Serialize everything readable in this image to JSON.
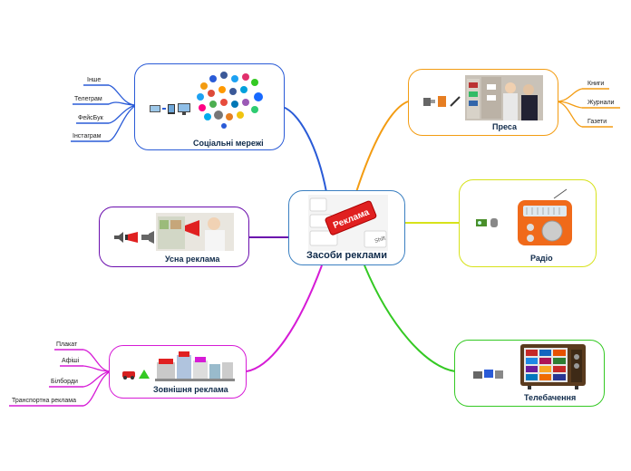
{
  "center": {
    "title": "Засоби реклами",
    "image_text": "Реклама",
    "key_text": "Shift"
  },
  "nodes": {
    "social": {
      "title": "Соціальні мережі",
      "leaves": [
        "Інше",
        "Телеграм",
        "ФейсБук",
        "Інстаграм"
      ]
    },
    "press": {
      "title": "Преса",
      "leaves": [
        "Книги",
        "Журнали",
        "Газети"
      ]
    },
    "radio": {
      "title": "Радіо"
    },
    "oral": {
      "title": "Усна реклама"
    },
    "outdoor": {
      "title": "Зовнішня реклама",
      "leaves": [
        "Плакат",
        "Афіші",
        "Білборди",
        "Транспортна реклама"
      ]
    },
    "tv": {
      "title": "Телебачення"
    }
  },
  "colors": {
    "social": "#2a5bd7",
    "press": "#f39c12",
    "radio": "#d7e21a",
    "oral": "#6a0dad",
    "outdoor": "#d61bd6",
    "tv": "#34c923",
    "center": "#3a7fc1"
  }
}
